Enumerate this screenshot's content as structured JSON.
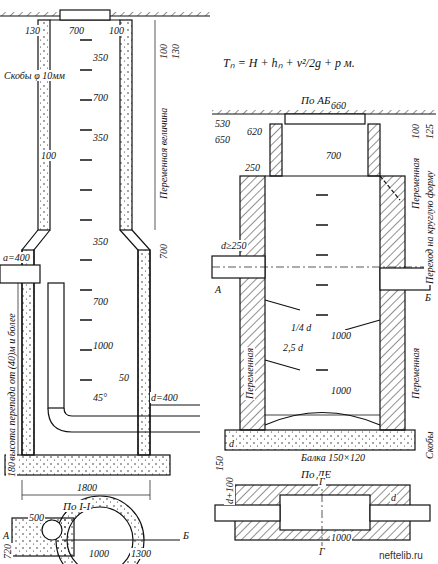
{
  "diagram": {
    "labels": [
      "100",
      "130",
      "700",
      "100",
      "130",
      "Скобы φ 10мм",
      "350",
      "700",
      "350",
      "Переменная величина",
      "100",
      "350",
      "700",
      "а=400",
      "h-высота перепада от (40)м и более",
      "700",
      "1000",
      "50",
      "45°",
      "d=400",
      "180",
      "1800",
      "Tₙ = H + hₙ + v²/2g + p м.",
      "По АБ",
      "660",
      "530",
      "620",
      "650",
      "100",
      "125",
      "250",
      "700",
      "Переменная",
      "Переход на круглую форму",
      "d≥250",
      "А",
      "Б",
      "1000",
      "1000",
      "1/4 d",
      "2,5 d",
      "Переменная",
      "Переменная",
      "Балка 150×120",
      "Скобы",
      "150",
      "d",
      "По ДЕ",
      "Г",
      "Г",
      "d+100",
      "1000",
      "d",
      "По I-I",
      "500",
      "А",
      "720",
      "Б",
      "1300",
      "1000",
      "neftelib.ru"
    ]
  }
}
